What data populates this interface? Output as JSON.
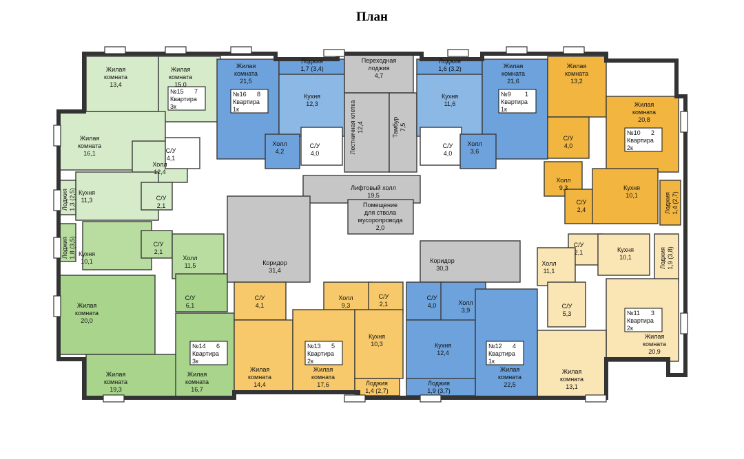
{
  "title": "План",
  "colors": {
    "green_light": "#d6ebc9",
    "green_mid": "#b9dda0",
    "green_dark": "#a9d48c",
    "blue": "#6da2dc",
    "blue_light": "#8cb8e6",
    "orange": "#f2b640",
    "orange_light": "#f7c96a",
    "cream": "#fae5b4",
    "gray": "#c6c6c6",
    "gray_dark": "#b4b4b4",
    "white": "#ffffff"
  },
  "rooms": [
    {
      "id": "r1",
      "color": "green_light",
      "label": [
        "Жилая",
        "комната",
        "13,4"
      ]
    },
    {
      "id": "r2",
      "color": "green_light",
      "label": [
        "Жилая",
        "комната",
        "15,0"
      ]
    },
    {
      "id": "r3",
      "color": "green_light",
      "label": [
        "Жилая",
        "комната",
        "16,1"
      ]
    },
    {
      "id": "r4",
      "color": "green_light",
      "label": [
        "Холл",
        "12,4"
      ]
    },
    {
      "id": "r5",
      "color": "white",
      "label": [
        "С/У",
        "4,1"
      ]
    },
    {
      "id": "r6",
      "color": "green_light",
      "label": [
        "Кухня",
        "11,3"
      ]
    },
    {
      "id": "r7",
      "color": "green_light",
      "label": [
        "С/У",
        "2,1"
      ]
    },
    {
      "id": "r8",
      "color": "green_light",
      "label": [
        "Лоджия",
        "1,3 (2,5)"
      ]
    },
    {
      "id": "r9",
      "color": "green_mid",
      "label": [
        "Кухня",
        "10,1"
      ]
    },
    {
      "id": "r10",
      "color": "green_mid",
      "label": [
        "С/У",
        "2,1"
      ]
    },
    {
      "id": "r11",
      "color": "green_mid",
      "label": [
        "Лоджия",
        "1,8 (3,5)"
      ]
    },
    {
      "id": "r12",
      "color": "green_mid",
      "label": [
        "Холл",
        "11,5"
      ]
    },
    {
      "id": "r13",
      "color": "green_dark",
      "label": [
        "Жилая",
        "комната",
        "20,0"
      ]
    },
    {
      "id": "r14",
      "color": "green_dark",
      "label": [
        "С/У",
        "6,1"
      ]
    },
    {
      "id": "r15",
      "color": "green_dark",
      "label": [
        "Жилая",
        "комната",
        "19,3"
      ]
    },
    {
      "id": "r16",
      "color": "green_dark",
      "label": [
        "Жилая",
        "комната",
        "16,7"
      ]
    },
    {
      "id": "r17",
      "color": "blue",
      "label": [
        "Жилая",
        "комната",
        "21,5"
      ]
    },
    {
      "id": "r18",
      "color": "blue",
      "label": [
        "Лоджия",
        "1,7 (3,4)"
      ]
    },
    {
      "id": "r19",
      "color": "blue_light",
      "label": [
        "Кухня",
        "12,3"
      ]
    },
    {
      "id": "r20",
      "color": "blue",
      "label": [
        "Холл",
        "4,2"
      ]
    },
    {
      "id": "r21",
      "color": "white",
      "label": [
        "С/У",
        "4,0"
      ]
    },
    {
      "id": "r22",
      "color": "gray",
      "label": [
        "Переходная",
        "лоджия",
        "4,7"
      ]
    },
    {
      "id": "r23",
      "color": "gray",
      "label": [
        "Лестничная клетка",
        "12,4"
      ]
    },
    {
      "id": "r24",
      "color": "gray",
      "label": [
        "Тамбур",
        "7,5"
      ]
    },
    {
      "id": "r25",
      "color": "blue",
      "label": [
        "Лоджия",
        "1,6 (3,2)"
      ]
    },
    {
      "id": "r26",
      "color": "blue_light",
      "label": [
        "Кухня",
        "11,6"
      ]
    },
    {
      "id": "r27",
      "color": "blue",
      "label": [
        "Жилая",
        "комната",
        "21,6"
      ]
    },
    {
      "id": "r28",
      "color": "white",
      "label": [
        "С/У",
        "4,0"
      ]
    },
    {
      "id": "r29",
      "color": "blue",
      "label": [
        "Холл",
        "3,6"
      ]
    },
    {
      "id": "r30",
      "color": "orange",
      "label": [
        "Жилая",
        "комната",
        "13,2"
      ]
    },
    {
      "id": "r31",
      "color": "orange",
      "label": [
        "Жилая",
        "комната",
        "20,8"
      ]
    },
    {
      "id": "r32",
      "color": "orange",
      "label": [
        "С/У",
        "4,0"
      ]
    },
    {
      "id": "r33",
      "color": "orange",
      "label": [
        "Холл",
        "9,3"
      ]
    },
    {
      "id": "r34",
      "color": "orange",
      "label": [
        "С/У",
        "2,4"
      ]
    },
    {
      "id": "r35",
      "color": "orange",
      "label": [
        "Кухня",
        "10,1"
      ]
    },
    {
      "id": "r36",
      "color": "orange",
      "label": [
        "Лоджия",
        "1,4 (2,7)"
      ]
    },
    {
      "id": "r37",
      "color": "gray",
      "label": [
        "Лифтовый холл",
        "19,5"
      ]
    },
    {
      "id": "r38",
      "color": "gray",
      "label": [
        "Помещение",
        "для ствола",
        "мусоропровода",
        "2,0"
      ]
    },
    {
      "id": "r39",
      "color": "gray",
      "label": [
        "Коридор",
        "31,4"
      ]
    },
    {
      "id": "r40",
      "color": "gray",
      "label": [
        "Коридор",
        "30,3"
      ]
    },
    {
      "id": "r41",
      "color": "cream",
      "label": [
        "С/У",
        "2,1"
      ]
    },
    {
      "id": "r42",
      "color": "cream",
      "label": [
        "Кухня",
        "10,1"
      ]
    },
    {
      "id": "r43",
      "color": "cream",
      "label": [
        "Лоджия",
        "1,9 (3,8)"
      ]
    },
    {
      "id": "r44",
      "color": "cream",
      "label": [
        "Холл",
        "11,1"
      ]
    },
    {
      "id": "r45",
      "color": "cream",
      "label": [
        "С/У",
        "5,3"
      ]
    },
    {
      "id": "r46",
      "color": "cream",
      "label": [
        "Жилая",
        "комната",
        "20,9"
      ]
    },
    {
      "id": "r47",
      "color": "cream",
      "label": [
        "Жилая",
        "комната",
        "13,1"
      ]
    },
    {
      "id": "r48",
      "color": "orange_light",
      "label": [
        "С/У",
        "4,1"
      ]
    },
    {
      "id": "r49",
      "color": "orange_light",
      "label": [
        "Холл",
        "9,3"
      ]
    },
    {
      "id": "r50",
      "color": "orange_light",
      "label": [
        "С/У",
        "2,1"
      ]
    },
    {
      "id": "r51",
      "color": "orange_light",
      "label": [
        "Жилая",
        "комната",
        "14,4"
      ]
    },
    {
      "id": "r52",
      "color": "orange_light",
      "label": [
        "Жилая",
        "комната",
        "17,6"
      ]
    },
    {
      "id": "r53",
      "color": "orange_light",
      "label": [
        "Кухня",
        "10,3"
      ]
    },
    {
      "id": "r54",
      "color": "orange_light",
      "label": [
        "Лоджия",
        "1,4 (2,7)"
      ]
    },
    {
      "id": "r55",
      "color": "blue",
      "label": [
        "С/У",
        "4,0"
      ]
    },
    {
      "id": "r56",
      "color": "blue",
      "label": [
        "Холл",
        "3,9"
      ]
    },
    {
      "id": "r57",
      "color": "blue",
      "label": [
        "Кухня",
        "12,4"
      ]
    },
    {
      "id": "r58",
      "color": "blue",
      "label": [
        "Жилая",
        "комната",
        "22,5"
      ]
    },
    {
      "id": "r59",
      "color": "blue",
      "label": [
        "Лоджия",
        "1,9 (3,7)"
      ]
    }
  ],
  "apartments": [
    {
      "id": "a15",
      "num": "№15",
      "rooms": "7",
      "word": "Квартира",
      "type": "3к"
    },
    {
      "id": "a16",
      "num": "№16",
      "rooms": "8",
      "word": "Квартира",
      "type": "1к"
    },
    {
      "id": "a9",
      "num": "№9",
      "rooms": "1",
      "word": "Квартира",
      "type": "1к"
    },
    {
      "id": "a10",
      "num": "№10",
      "rooms": "2",
      "word": "Квартира",
      "type": "2к"
    },
    {
      "id": "a11",
      "num": "№11",
      "rooms": "3",
      "word": "Квартира",
      "type": "2к"
    },
    {
      "id": "a14",
      "num": "№14",
      "rooms": "6",
      "word": "Квартира",
      "type": "3к"
    },
    {
      "id": "a13",
      "num": "№13",
      "rooms": "5",
      "word": "Квартира",
      "type": "2к"
    },
    {
      "id": "a12",
      "num": "№12",
      "rooms": "4",
      "word": "Квартира",
      "type": "1к"
    }
  ]
}
